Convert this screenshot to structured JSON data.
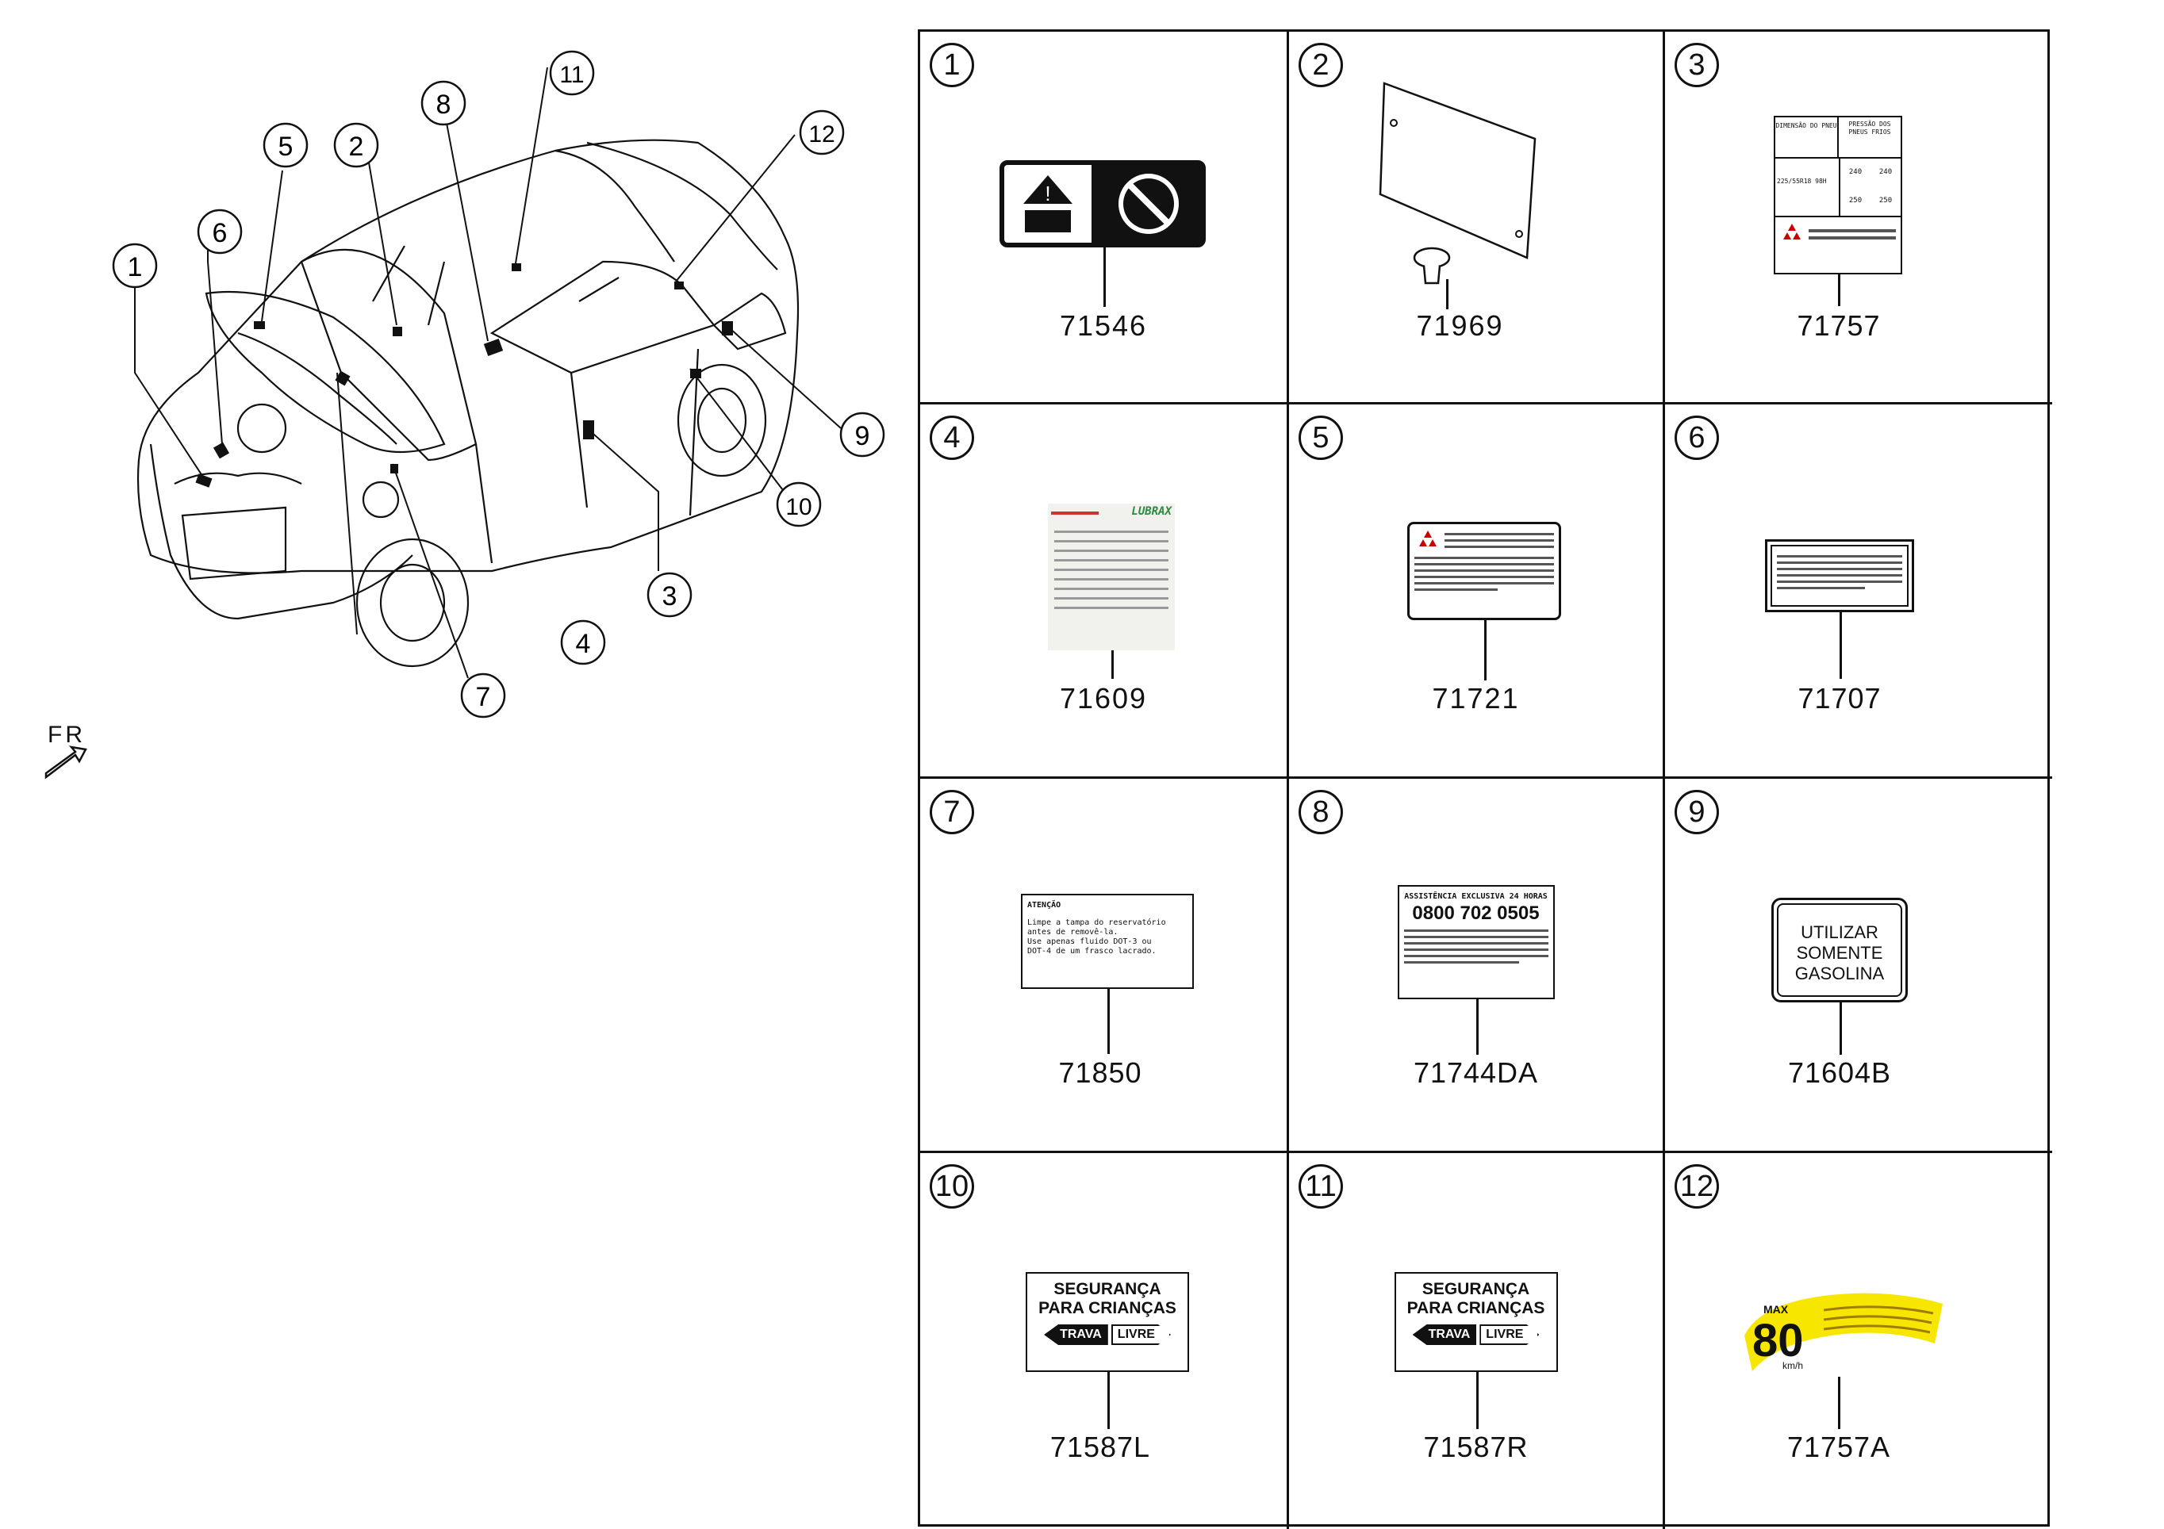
{
  "front_marker": "FR",
  "callouts": [
    "1",
    "2",
    "3",
    "4",
    "5",
    "6",
    "7",
    "8",
    "9",
    "10",
    "11",
    "12"
  ],
  "parts": [
    {
      "n": "1",
      "code": "71546"
    },
    {
      "n": "2",
      "code": "71969"
    },
    {
      "n": "3",
      "code": "71757"
    },
    {
      "n": "4",
      "code": "71609"
    },
    {
      "n": "5",
      "code": "71721"
    },
    {
      "n": "6",
      "code": "71707"
    },
    {
      "n": "7",
      "code": "71850"
    },
    {
      "n": "8",
      "code": "71744DA"
    },
    {
      "n": "9",
      "code": "71604B"
    },
    {
      "n": "10",
      "code": "71587L"
    },
    {
      "n": "11",
      "code": "71587R"
    },
    {
      "n": "12",
      "code": "71757A"
    }
  ],
  "labels": {
    "tire": {
      "h1": "DIMENSÃO DO PNEU",
      "h2": "PRESSÃO DOS PNEUS FRIOS",
      "size": "225/55R18 98H",
      "v1": "240",
      "v2": "240",
      "v3": "250",
      "v4": "250"
    },
    "brake": {
      "title": "ATENÇÃO",
      "line1": "Limpe a tampa do reservatório",
      "line2": "antes de removê-la.",
      "line3": "Use apenas fluido DOT-3 ou",
      "line4": "DOT-4 de um frasco lacrado."
    },
    "assist": {
      "title": "ASSISTÊNCIA EXCLUSIVA 24 HORAS",
      "phone": "0800 702 0505"
    },
    "fuel": {
      "line1": "UTILIZAR",
      "line2": "SOMENTE",
      "line3": "GASOLINA"
    },
    "child": {
      "line1": "SEGURANÇA",
      "line2": "PARA CRIANÇAS",
      "lock": "TRAVA",
      "free": "LIVRE"
    },
    "speed": {
      "max": "MAX",
      "value": "80",
      "unit": "km/h"
    },
    "lubr": {
      "brand": "LUBRAX"
    }
  },
  "colors": {
    "line": "#111111",
    "speed_yellow": "#f7e600",
    "lubrax_green": "#2b8a3e"
  }
}
